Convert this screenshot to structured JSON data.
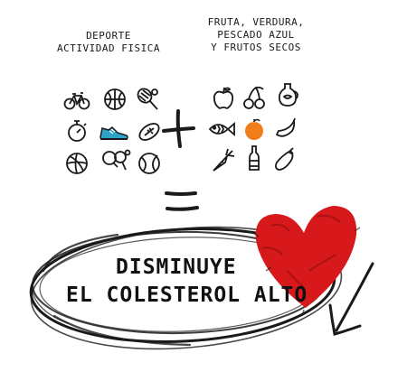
{
  "exercise_label": [
    "DEPORTE",
    "ACTIVIDAD FISICA"
  ],
  "food_label": [
    "FRUTA, VERDURA,",
    "PESCADO AZUL",
    "Y FRUTOS SECOS"
  ],
  "headline": [
    "DISMINUYE",
    "EL COLESTEROL ALTO"
  ],
  "colors": {
    "ink": "#1a1a1a",
    "heart": "#d7191c",
    "orange": "#f07d1a",
    "shoe": "#2ea3c7"
  },
  "exercise_icons": [
    "bicycle-icon",
    "basketball-icon",
    "tennis-racket-icon",
    "stopwatch-icon",
    "sneaker-icon",
    "rugby-ball-icon",
    "volleyball-icon",
    "ping-pong-icon",
    "tennis-ball-icon"
  ],
  "food_icons": [
    "apple-icon",
    "cherries-icon",
    "olive-oil-jar-icon",
    "fish-icon",
    "orange-icon",
    "banana-icon",
    "carrot-icon",
    "bottle-icon",
    "eggplant-icon"
  ]
}
